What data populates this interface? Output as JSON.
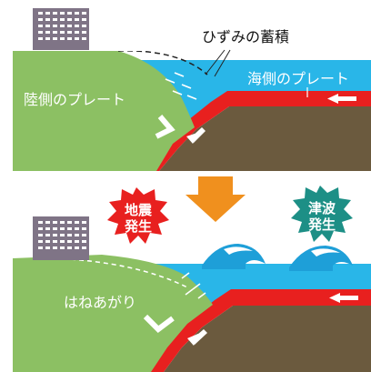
{
  "top_panel": {
    "strain_label": "ひずみの蓄積",
    "land_plate_label": "陸側のプレート",
    "ocean_plate_label": "海側のプレート"
  },
  "bottom_panel": {
    "earthquake_badge": [
      "地震",
      "発生"
    ],
    "tsunami_badge": [
      "津波",
      "発生"
    ],
    "uplift_label": "はねあがり"
  },
  "colors": {
    "sea": "#29b6e8",
    "land": "#8cc063",
    "plate_red": "#e8201f",
    "mantle": "#6b5a3e",
    "arrow_orange": "#f0901e",
    "quake_badge": "#e8201f",
    "tsunami_badge": "#1d8f86",
    "building": "#7f7486"
  },
  "icons": [
    "down-arrow-icon",
    "building-icon",
    "wave-icon",
    "motion-arrow-icon"
  ]
}
